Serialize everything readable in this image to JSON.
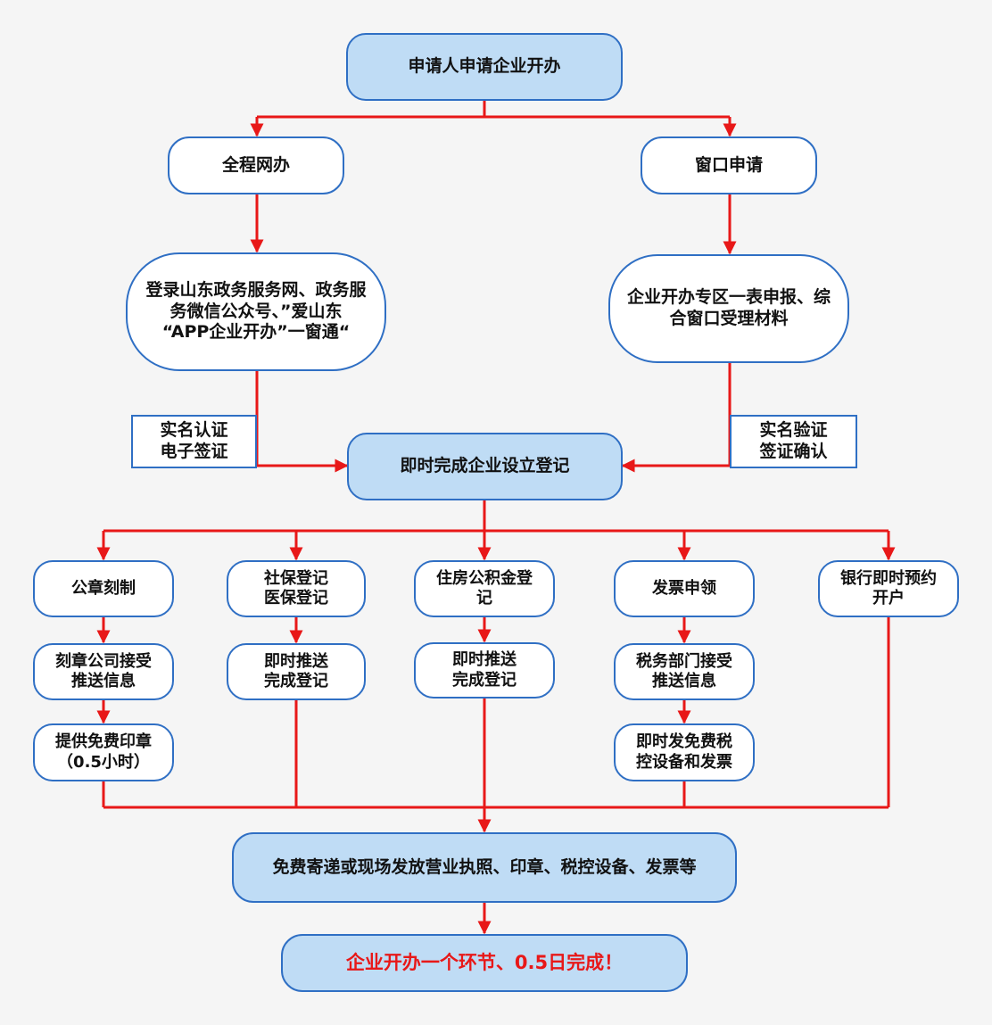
{
  "start": "申请人申请企业开办",
  "online": {
    "title": "全程网办",
    "desc": [
      "登录山东政务服务网、政务服",
      "务微信公众号、”爱山东",
      "“APP企业开办”一窗通“"
    ],
    "auth": [
      "实名认证",
      "电子签证"
    ]
  },
  "window": {
    "title": "窗口申请",
    "desc": [
      "企业开办专区一表申报、综",
      "合窗口受理材料"
    ],
    "auth": [
      "实名验证",
      "签证确认"
    ]
  },
  "register": "即时完成企业设立登记",
  "branches": {
    "seal": [
      "公章刻制"
    ],
    "seal_2": [
      "刻章公司接受",
      "推送信息"
    ],
    "seal_3": [
      "提供免费印章",
      "（0.5小时）"
    ],
    "social": [
      "社保登记",
      "医保登记"
    ],
    "social_2": [
      "即时推送",
      "完成登记"
    ],
    "fund": [
      "住房公积金登",
      "记"
    ],
    "fund_2": [
      "即时推送",
      "完成登记"
    ],
    "invoice": [
      "发票申领"
    ],
    "invoice_2": [
      "税务部门接受",
      "推送信息"
    ],
    "invoice_3": [
      "即时发免费税",
      "控设备和发票"
    ],
    "bank": [
      "银行即时预约",
      "开户"
    ]
  },
  "delivery": "免费寄递或现场发放营业执照、印章、税控设备、发票等",
  "final": "企业开办一个环节、0.5日完成！",
  "colors": {
    "line": "#e81818",
    "border": "#2f6fc4",
    "fill": "#bfdcf5",
    "final_text": "#e81818"
  }
}
